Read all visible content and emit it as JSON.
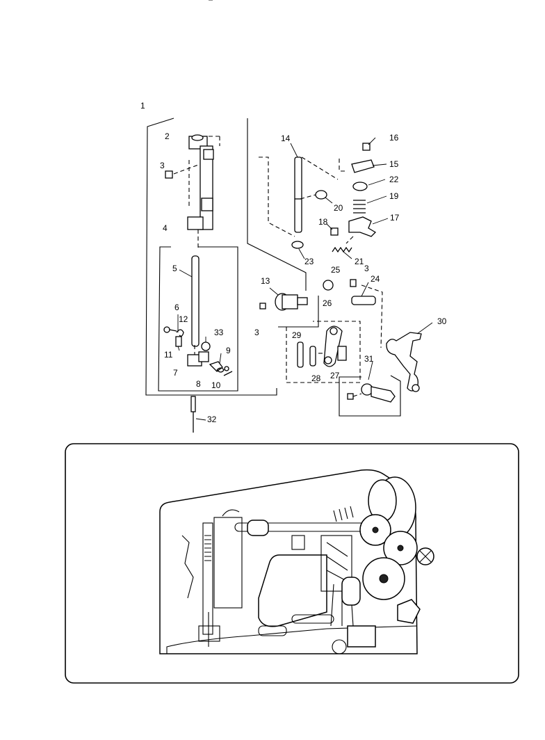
{
  "callouts": [
    {
      "id": "p1",
      "text": "1"
    },
    {
      "id": "p2",
      "text": "2"
    },
    {
      "id": "p3a",
      "text": "3"
    },
    {
      "id": "p4",
      "text": "4"
    },
    {
      "id": "p5",
      "text": "5"
    },
    {
      "id": "p6",
      "text": "6"
    },
    {
      "id": "p7",
      "text": "7"
    },
    {
      "id": "p8",
      "text": "8"
    },
    {
      "id": "p9",
      "text": "9"
    },
    {
      "id": "p10",
      "text": "10"
    },
    {
      "id": "p11",
      "text": "11"
    },
    {
      "id": "p12",
      "text": "12"
    },
    {
      "id": "p13",
      "text": "13"
    },
    {
      "id": "p14",
      "text": "14"
    },
    {
      "id": "p15",
      "text": "15"
    },
    {
      "id": "p16",
      "text": "16"
    },
    {
      "id": "p17",
      "text": "17"
    },
    {
      "id": "p18",
      "text": "18"
    },
    {
      "id": "p19",
      "text": "19"
    },
    {
      "id": "p20",
      "text": "20"
    },
    {
      "id": "p21",
      "text": "21"
    },
    {
      "id": "p22",
      "text": "22"
    },
    {
      "id": "p23",
      "text": "23"
    },
    {
      "id": "p24",
      "text": "24"
    },
    {
      "id": "p25",
      "text": "25"
    },
    {
      "id": "p26",
      "text": "26"
    },
    {
      "id": "p27",
      "text": "27"
    },
    {
      "id": "p28",
      "text": "28"
    },
    {
      "id": "p29",
      "text": "29"
    },
    {
      "id": "p30",
      "text": "30"
    },
    {
      "id": "p31",
      "text": "31"
    },
    {
      "id": "p32",
      "text": "32"
    },
    {
      "id": "p33",
      "text": "33"
    },
    {
      "id": "p3b",
      "text": "3"
    },
    {
      "id": "p3c",
      "text": "3"
    }
  ]
}
